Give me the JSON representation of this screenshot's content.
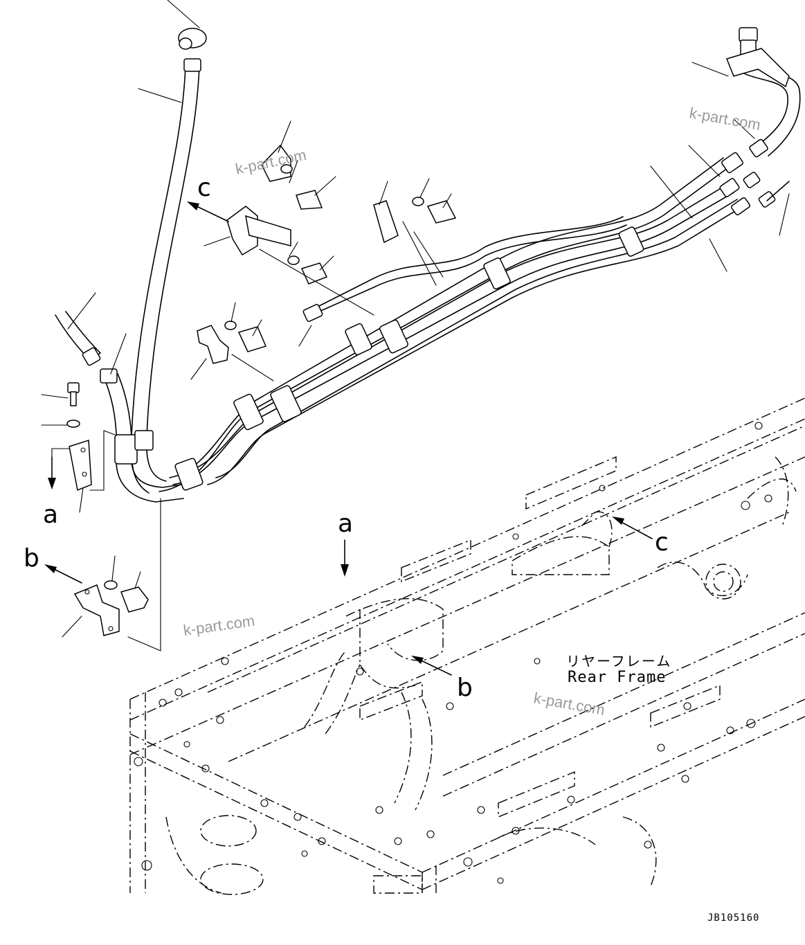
{
  "callouts": {
    "a_bracket": "a",
    "a_frame": "a",
    "b_bracket": "b",
    "b_frame": "b",
    "c_bracket": "c",
    "c_frame": "c"
  },
  "frame_label": {
    "japanese": "リヤーフレーム",
    "english": "Rear Frame"
  },
  "watermarks": [
    "k-part.com",
    "k-part.com",
    "k-part.com",
    "k-part.com"
  ],
  "drawing_code": "JB105160",
  "colors": {
    "line": "#000000",
    "background": "#ffffff",
    "watermark": "#9a9a9a"
  }
}
